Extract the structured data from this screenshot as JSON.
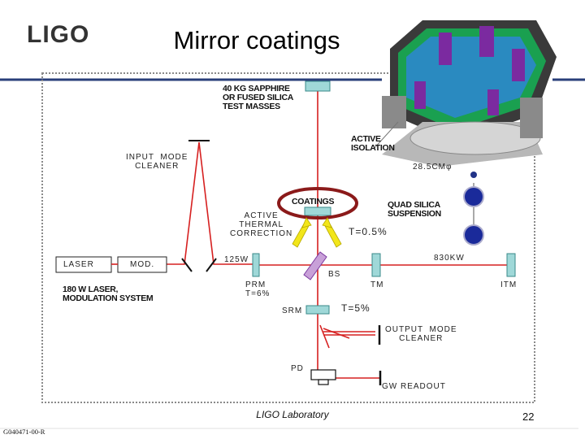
{
  "header": {
    "logo_text": "LIGO",
    "title": "Mirror coatings"
  },
  "diagram": {
    "test_masses": "40 KG SAPPHIRE\nOR FUSED SILICA\nTEST MASSES",
    "active_isolation": "ACTIVE\nISOLATION",
    "dimension": "28.5CMφ",
    "input_mode_cleaner": "INPUT  MODE\nCLEANER",
    "coatings": "COATINGS",
    "quad_suspension": "QUAD SILICA\nSUSPENSION",
    "thermal_correction": "ACTIVE\nTHERMAL\nCORRECTION",
    "transmission_itm": "T=0.5%",
    "power_arm": "830KW",
    "laser": "LASER",
    "modulator": "MOD.",
    "power_input": "125W",
    "bs": "BS",
    "tm": "TM",
    "itm": "ITM",
    "laser_system": "180 W LASER,\nMODULATION SYSTEM",
    "prm": "PRM\nT=6%",
    "srm": "SRM",
    "transmission_srm": "T=5%",
    "output_mode_cleaner": "OUTPUT  MODE\nCLEANER",
    "pd": "PD",
    "gw_readout": "GW  READOUT"
  },
  "footer": {
    "lab": "LIGO Laboratory",
    "page": "22",
    "doc_id": "G040471-00-R"
  },
  "colors": {
    "rule": "#2a3f7a",
    "beam": "#d62020",
    "mirror": "#9fd8d8",
    "arrow": "#f2e61a",
    "ellipse": "#8b1a1a"
  }
}
